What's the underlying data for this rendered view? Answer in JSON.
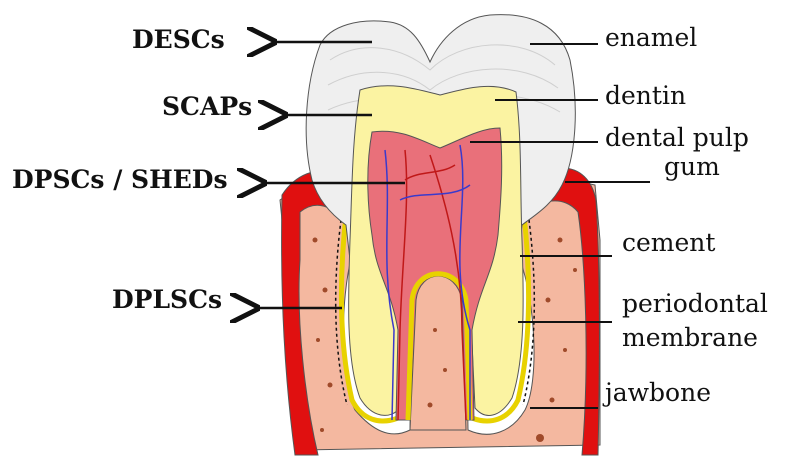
{
  "colors": {
    "enamel": "#efefef",
    "dentin": "#fbf3a2",
    "pulp": "#e9707a",
    "gum": "#e01010",
    "bone": "#f4b8a0",
    "vessel_blue": "#3a3acc",
    "vessel_red": "#c01818"
  },
  "left_labels": {
    "descs": "DESCs",
    "scaps": "SCAPs",
    "dpscs_sheds": "DPSCs / SHEDs",
    "dplscs": "DPLSCs"
  },
  "right_labels": {
    "enamel": "enamel",
    "dentin": "dentin",
    "dental_pulp": "dental pulp",
    "gum": "gum",
    "cement": "cement",
    "periodontal_line1": "periodontal",
    "periodontal_line2": "membrane",
    "jawbone": "jawbone"
  }
}
